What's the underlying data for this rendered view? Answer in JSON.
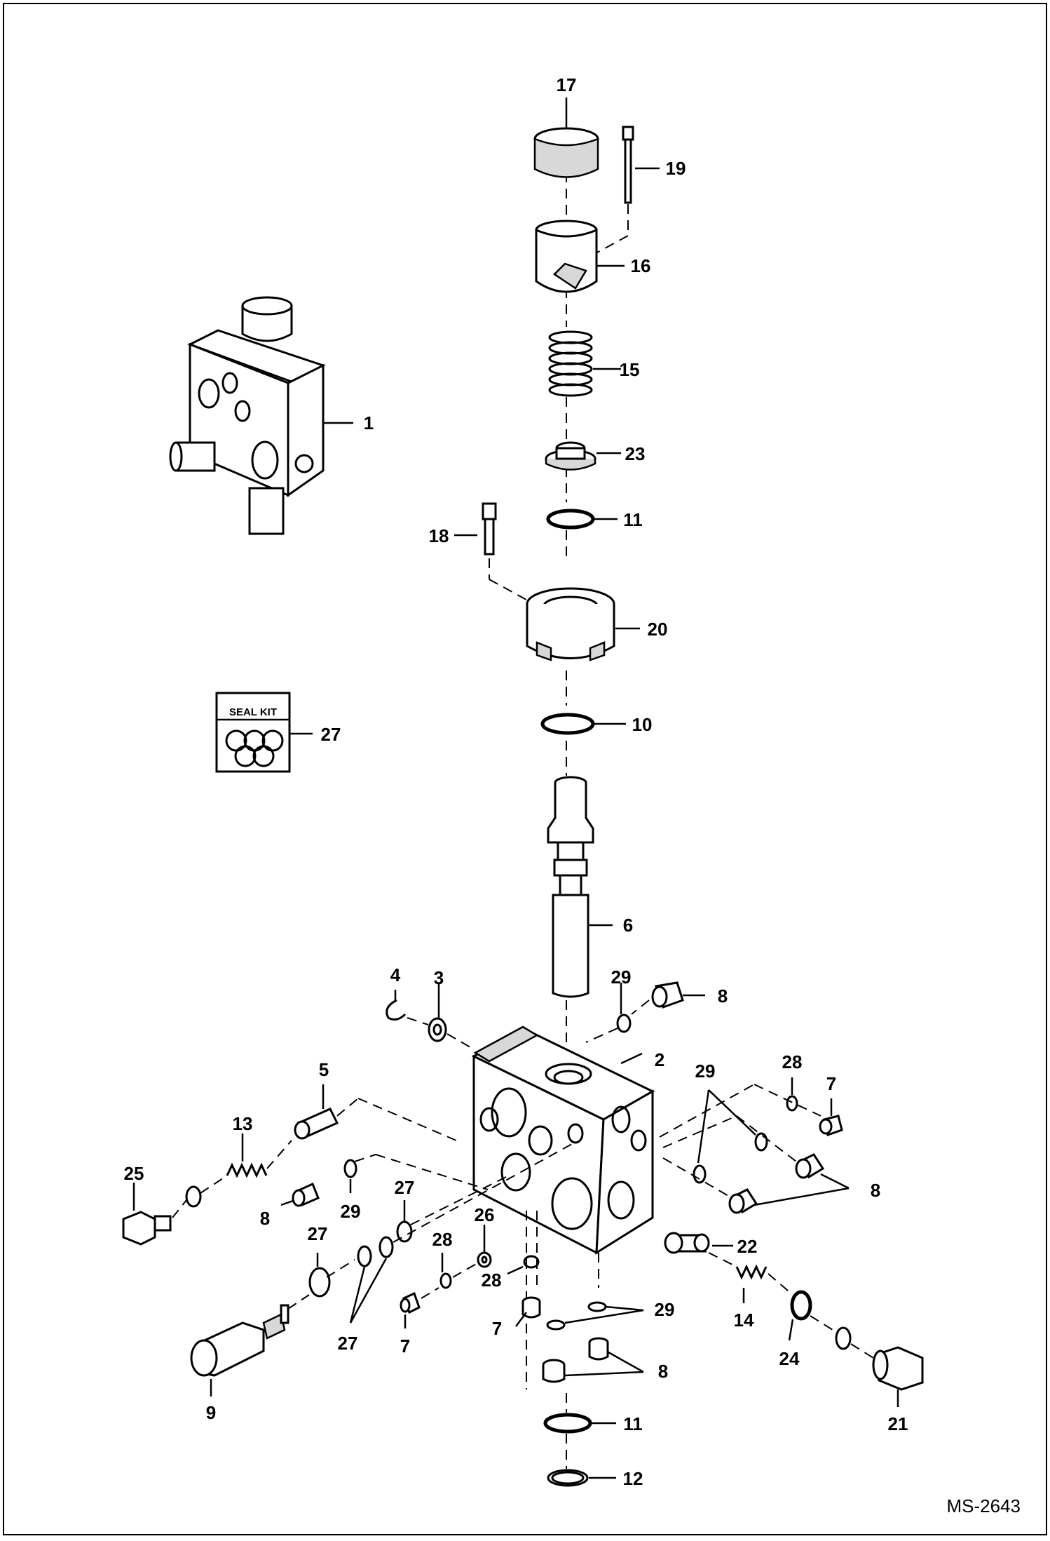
{
  "document": {
    "reference": "MS-2643",
    "seal_kit_text": "SEAL KIT"
  },
  "callouts": [
    {
      "id": "c1",
      "text": "1"
    },
    {
      "id": "c2",
      "text": "2"
    },
    {
      "id": "c3",
      "text": "3"
    },
    {
      "id": "c4",
      "text": "4"
    },
    {
      "id": "c5",
      "text": "5"
    },
    {
      "id": "c6",
      "text": "6"
    },
    {
      "id": "c7a",
      "text": "7"
    },
    {
      "id": "c7b",
      "text": "7"
    },
    {
      "id": "c7c",
      "text": "7"
    },
    {
      "id": "c8a",
      "text": "8"
    },
    {
      "id": "c8b",
      "text": "8"
    },
    {
      "id": "c8c",
      "text": "8"
    },
    {
      "id": "c8d",
      "text": "8"
    },
    {
      "id": "c9",
      "text": "9"
    },
    {
      "id": "c10",
      "text": "10"
    },
    {
      "id": "c11a",
      "text": "11"
    },
    {
      "id": "c11b",
      "text": "11"
    },
    {
      "id": "c12",
      "text": "12"
    },
    {
      "id": "c13",
      "text": "13"
    },
    {
      "id": "c14",
      "text": "14"
    },
    {
      "id": "c15",
      "text": "15"
    },
    {
      "id": "c16",
      "text": "16"
    },
    {
      "id": "c17",
      "text": "17"
    },
    {
      "id": "c18",
      "text": "18"
    },
    {
      "id": "c19",
      "text": "19"
    },
    {
      "id": "c20",
      "text": "20"
    },
    {
      "id": "c21",
      "text": "21"
    },
    {
      "id": "c22",
      "text": "22"
    },
    {
      "id": "c23",
      "text": "23"
    },
    {
      "id": "c24",
      "text": "24"
    },
    {
      "id": "c25",
      "text": "25"
    },
    {
      "id": "c26",
      "text": "26"
    },
    {
      "id": "c27a",
      "text": "27"
    },
    {
      "id": "c27b",
      "text": "27"
    },
    {
      "id": "c27c",
      "text": "27"
    },
    {
      "id": "c27d",
      "text": "27"
    },
    {
      "id": "c28a",
      "text": "28"
    },
    {
      "id": "c28b",
      "text": "28"
    },
    {
      "id": "c28c",
      "text": "28"
    },
    {
      "id": "c29a",
      "text": "29"
    },
    {
      "id": "c29b",
      "text": "29"
    },
    {
      "id": "c29c",
      "text": "29"
    },
    {
      "id": "c29d",
      "text": "29"
    }
  ]
}
